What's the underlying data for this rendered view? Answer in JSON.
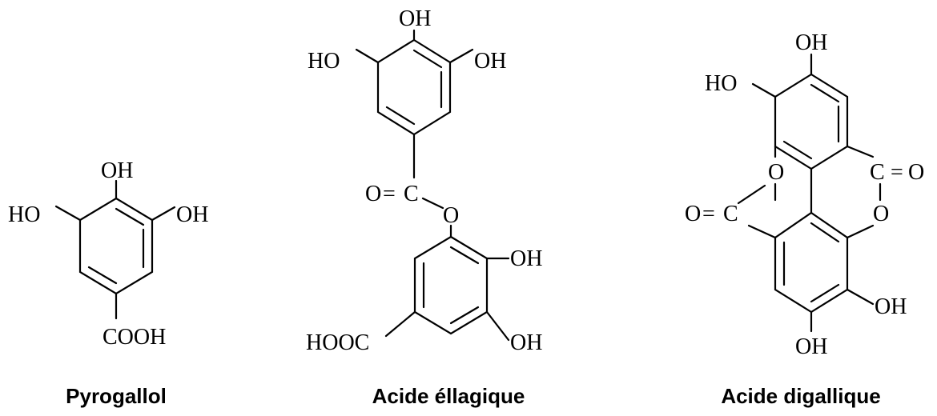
{
  "captions": {
    "pyrogallol": "Pyrogallol",
    "ellagic": "Acide éllagique",
    "digallic": "Acide digallique"
  },
  "labels": {
    "oh": "OH",
    "ho": "HO",
    "cooh": "COOH",
    "hooc": "HOOC",
    "o": "O",
    "c": "C",
    "eq": "="
  }
}
